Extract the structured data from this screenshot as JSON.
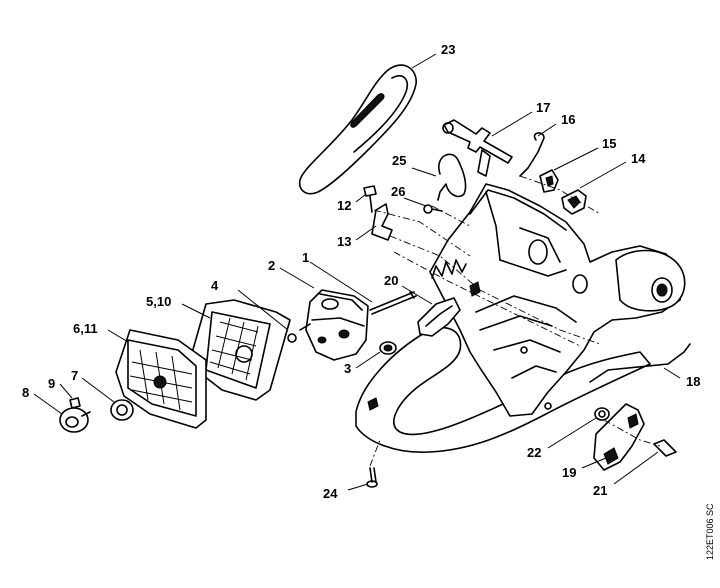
{
  "callouts": {
    "n1": "1",
    "n2": "2",
    "n3": "3",
    "n4": "4",
    "n5_10": "5,10",
    "n6_11": "6,11",
    "n7": "7",
    "n8": "8",
    "n9": "9",
    "n12": "12",
    "n13": "13",
    "n14": "14",
    "n15": "15",
    "n16": "16",
    "n17": "17",
    "n18": "18",
    "n19": "19",
    "n20": "20",
    "n21": "21",
    "n22": "22",
    "n23": "23",
    "n24": "24",
    "n25": "25",
    "n26": "26"
  },
  "drawing_code": "122ET006 SC"
}
